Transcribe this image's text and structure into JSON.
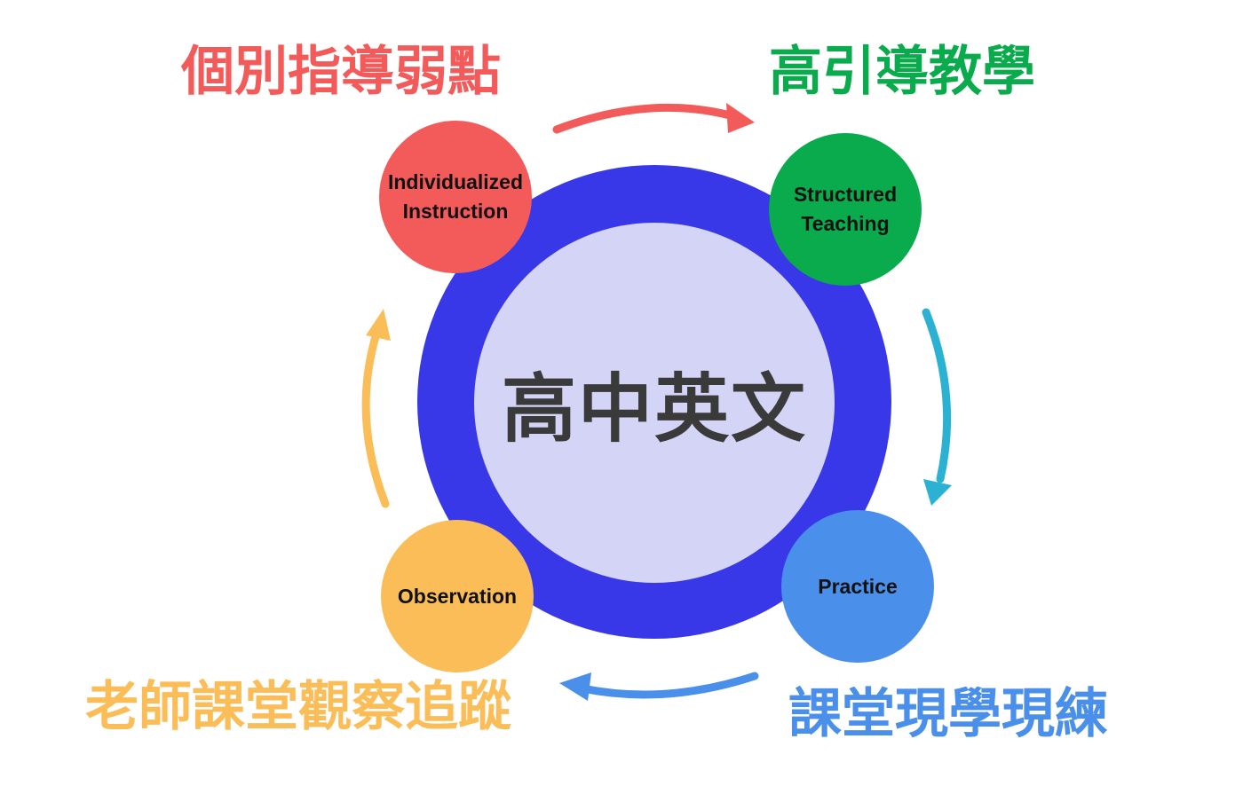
{
  "center": {
    "title": "高中英文"
  },
  "stages": [
    {
      "id": "individualized",
      "label": "Individualized\nInstruction",
      "phase": "個別指導弱點",
      "color": "#f35a5a"
    },
    {
      "id": "structured",
      "label": "Structured\nTeaching",
      "phase": "高引導教學",
      "color": "#0aab4c"
    },
    {
      "id": "practice",
      "label": "Practice",
      "phase": "課堂現學現練",
      "color": "#4a90ea"
    },
    {
      "id": "observation",
      "label": "Observation",
      "phase": "老師課堂觀察追蹤",
      "color": "#fbbd58"
    }
  ],
  "arrows": [
    {
      "from": "individualized",
      "to": "structured",
      "color": "#f35a5a"
    },
    {
      "from": "structured",
      "to": "practice",
      "color": "#2bb2d3"
    },
    {
      "from": "practice",
      "to": "observation",
      "color": "#4a90ea"
    },
    {
      "from": "observation",
      "to": "individualized",
      "color": "#fbbd58"
    }
  ],
  "colors": {
    "ring": "#3838e8",
    "core": "#d4d4f7",
    "core_text": "#3a3a3a"
  }
}
